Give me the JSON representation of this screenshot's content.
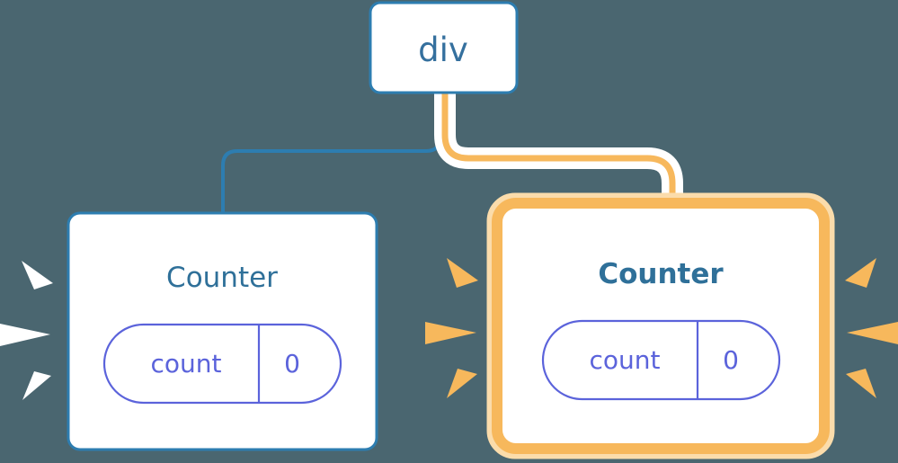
{
  "diagram": {
    "title": "React component tree with highlighted re-render",
    "type": "component-tree",
    "background_color": "#4a6670"
  },
  "colors": {
    "background": "#4a6670",
    "node_border_blue": "#2d7db0",
    "node_fill": "#ffffff",
    "text_blue": "#35709e",
    "heading_blue": "#2f7099",
    "pill_stroke": "#5b63db",
    "pill_text": "#5b63db",
    "highlight_orange": "#f7b85c",
    "highlight_glow": "#fbdcab",
    "connector_blue": "#2d7db0",
    "connector_orange": "#f7b85c",
    "connector_halo": "#ffffff",
    "sparkle_white": "#ffffff",
    "sparkle_orange": "#f7b85c"
  },
  "nodes": {
    "root": {
      "label": "div",
      "highlighted": false,
      "bold": false
    },
    "left_child": {
      "label": "Counter",
      "highlighted": false,
      "bold": false,
      "state": {
        "key": "count",
        "value": "0"
      },
      "sparkle_color": "#ffffff",
      "sparkle_sides": [
        "left"
      ]
    },
    "right_child": {
      "label": "Counter",
      "highlighted": true,
      "bold": true,
      "state": {
        "key": "count",
        "value": "0"
      },
      "sparkle_color": "#f7b85c",
      "sparkle_sides": [
        "left",
        "right"
      ]
    }
  },
  "edges": [
    {
      "from": "root",
      "to": "left_child",
      "style": "thin",
      "color": "#2d7db0",
      "highlighted": false
    },
    {
      "from": "root",
      "to": "right_child",
      "style": "thick-halo",
      "color": "#f7b85c",
      "highlighted": true
    }
  ]
}
